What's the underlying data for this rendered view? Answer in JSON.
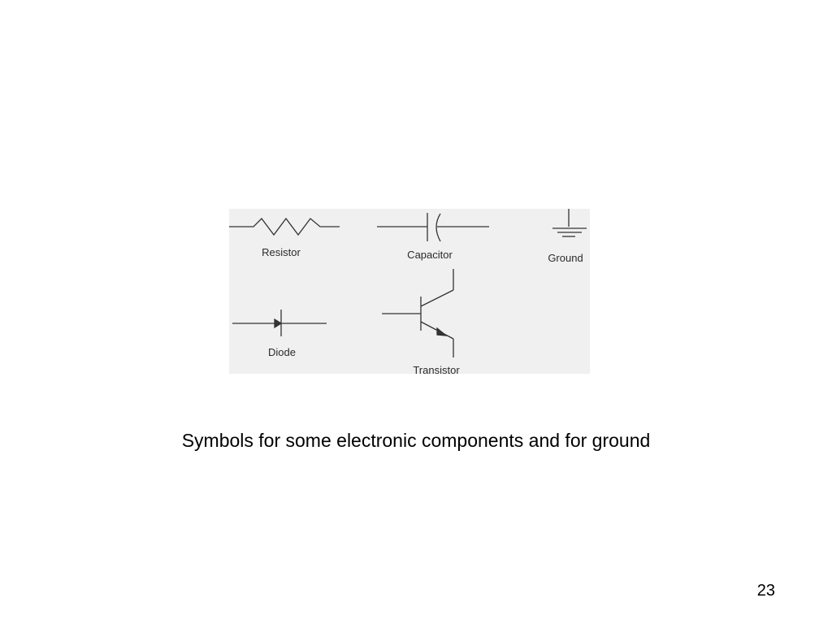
{
  "slide": {
    "caption": "Symbols for some electronic components and for ground",
    "page_number": "23"
  },
  "figure": {
    "background": "#f0f0f0",
    "symbols": [
      {
        "id": "resistor",
        "label": "Resistor"
      },
      {
        "id": "capacitor",
        "label": "Capacitor"
      },
      {
        "id": "ground",
        "label": "Ground"
      },
      {
        "id": "diode",
        "label": "Diode"
      },
      {
        "id": "transistor",
        "label": "Transistor"
      }
    ]
  }
}
